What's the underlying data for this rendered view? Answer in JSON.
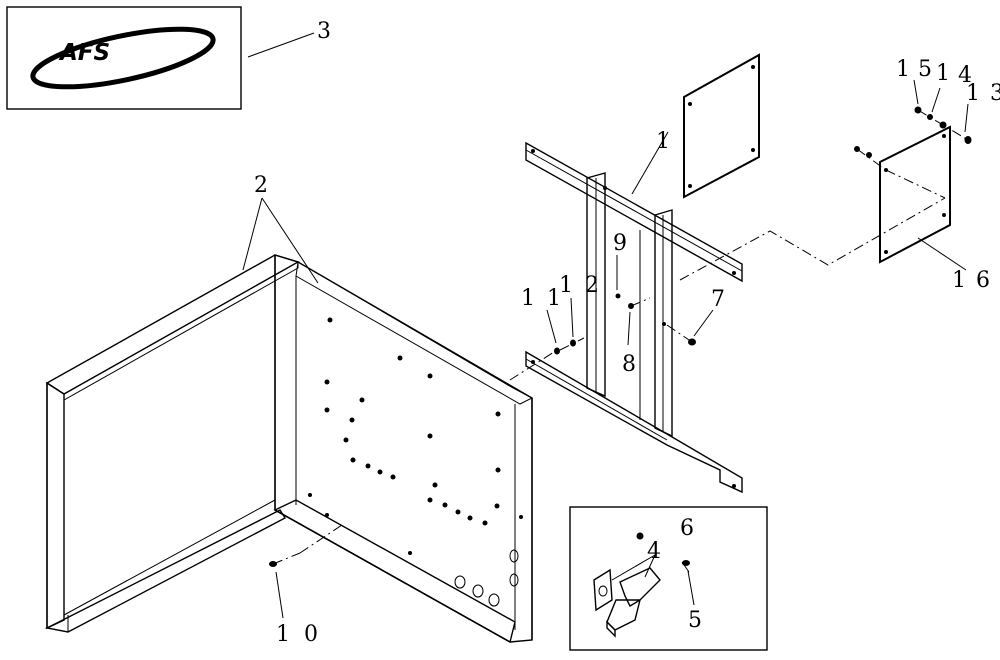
{
  "logo": {
    "text": "AFS"
  },
  "callouts": {
    "c1": "1",
    "c2": "2",
    "c3": "3",
    "c4_top": "4",
    "c4_inset": "4",
    "c5_top": "5",
    "c5_inset": "5",
    "c6": "6",
    "c7": "7",
    "c8": "8",
    "c9": "9",
    "c10": "10",
    "c11": "11",
    "c12": "12",
    "c13": "13",
    "c15": "15",
    "c16": "16"
  }
}
